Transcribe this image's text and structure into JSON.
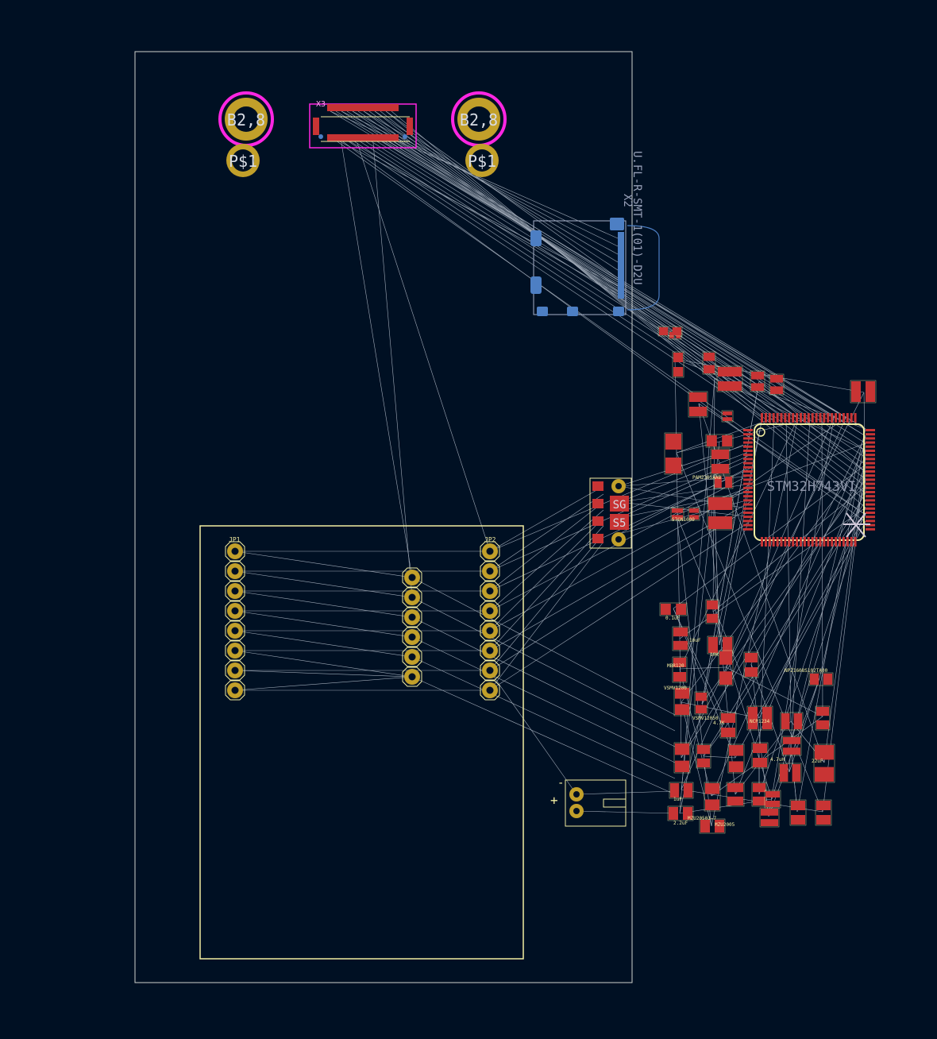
{
  "colors": {
    "background": "#001023",
    "board_outline": "#d0d2cd",
    "silkscreen": "#f2eda1",
    "pad_front": "#c83434",
    "pad_back": "#4d7fc4",
    "pad_copper": "#c2a02a",
    "courtyard": "#ff26e2",
    "ratsnest": "#c8d0dc",
    "back_silk": "#98a0b8"
  },
  "labels": {
    "mount_hole_left": "B2,8",
    "mount_hole_right": "B2,8",
    "test_point_left": "P$1",
    "test_point_right": "P$1",
    "connector_top_ref": "X3",
    "connector_back_ref": "X2",
    "connector_back_value": "U.FL-R-SMT-1(01)-D2U",
    "mcu_value": "STM32H743VI",
    "swd_sg": "SG",
    "swd_s5": "S5",
    "header_1_ref": "JP1",
    "header_2_ref": "JP2",
    "battery_minus": "-",
    "battery_plus": "+",
    "comp_p1": "PAM2305AAB",
    "comp_p2": "S7GN1009",
    "comp_cap1": "0.1uF",
    "comp_cap2": "10uF",
    "comp_d1": "MBR120",
    "comp_r1": "10K",
    "comp_ic1": "NCP1234",
    "comp_n1": "NPZ1608S102TA00",
    "comp_d2": "MZU2005",
    "comp_d3": "MZU20503-7",
    "comp_cap3": "2.2uF",
    "comp_cap4": "1uF",
    "comp_ind": "4.7uH",
    "comp_vr": "VSMV1200",
    "comp_vr2": "VSMV12050",
    "comp_r2": "4.7K",
    "comp_r3": "22uF"
  }
}
